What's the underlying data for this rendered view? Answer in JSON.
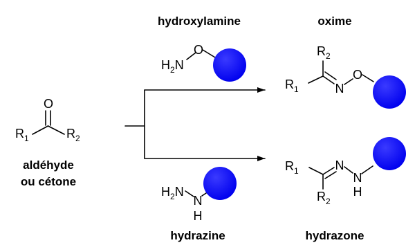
{
  "reactant": {
    "atom_O": "O",
    "r1": {
      "main": "R",
      "sub": "1"
    },
    "r2": {
      "main": "R",
      "sub": "2"
    },
    "label_line1": "aldéhyde",
    "label_line2": "ou cétone"
  },
  "reagents": {
    "hydroxylamine": {
      "name": "hydroxylamine",
      "h2n": {
        "h": "H",
        "sub": "2",
        "n": "N"
      },
      "atom_O": "O"
    },
    "hydrazine": {
      "name": "hydrazine",
      "h2n": {
        "h": "H",
        "sub": "2",
        "n": "N"
      },
      "atom_N": "N",
      "atom_H": "H"
    }
  },
  "products": {
    "oxime": {
      "name": "oxime",
      "r1": {
        "main": "R",
        "sub": "1"
      },
      "r2": {
        "main": "R",
        "sub": "2"
      },
      "atom_N": "N",
      "atom_O": "O"
    },
    "hydrazone": {
      "name": "hydrazone",
      "r1": {
        "main": "R",
        "sub": "1"
      },
      "r2": {
        "main": "R",
        "sub": "2"
      },
      "atom_N1": "N",
      "atom_N2": "N",
      "atom_H": "H"
    }
  },
  "colors": {
    "bead": "#0000ff",
    "ink": "#000000"
  }
}
